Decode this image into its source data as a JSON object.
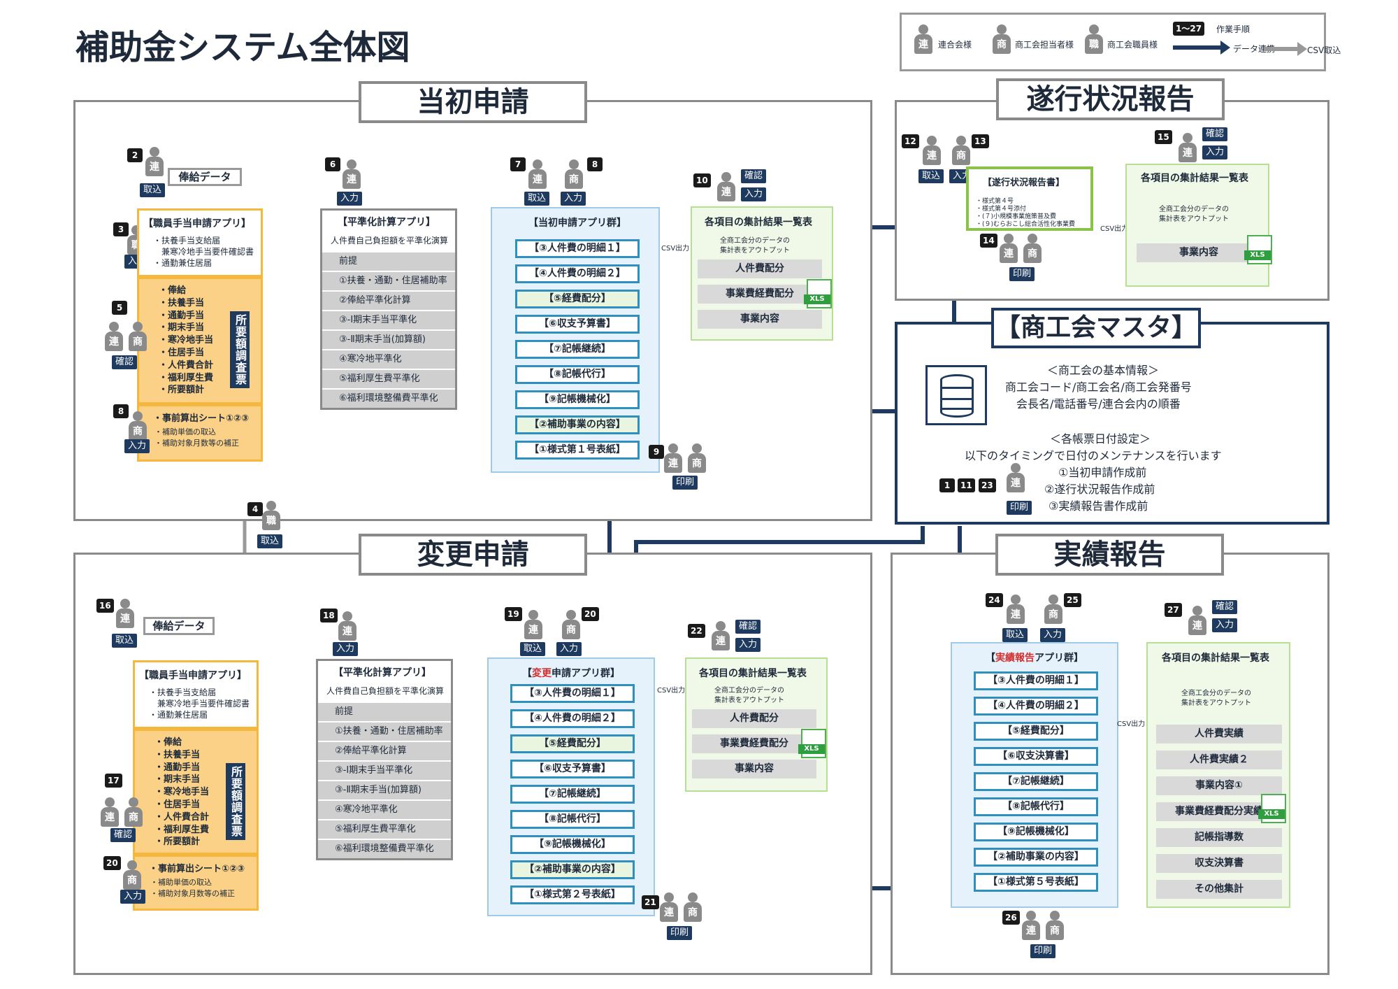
{
  "title": "補助金システム全体図",
  "legend": {
    "items": [
      {
        "badge": "連",
        "label": "連合会様"
      },
      {
        "badge": "商",
        "label": "商工会担当者様"
      },
      {
        "badge": "職",
        "label": "商工会職員様"
      }
    ],
    "step_badge": "1〜27",
    "step_label": "作業手順",
    "data_link_label": "データ連携",
    "csv_label": "CSV取込"
  },
  "badges": {
    "ren": "連",
    "sho": "商",
    "shoku": "職"
  },
  "actions": {
    "torikomi": "取込",
    "nyuryoku": "入力",
    "kakunin": "確認",
    "insatsu": "印刷"
  },
  "steps": {
    "s1": "1",
    "s2": "2",
    "s3": "3",
    "s4": "4",
    "s5": "5",
    "s6": "6",
    "s7": "7",
    "s8": "8",
    "s9": "9",
    "s10": "10",
    "s11": "11",
    "s12": "12",
    "s13": "13",
    "s14": "14",
    "s15": "15",
    "s16": "16",
    "s17": "17",
    "s18": "18",
    "s19": "19",
    "s20": "20",
    "s21": "21",
    "s22": "22",
    "s23": "23",
    "s24": "24",
    "s25": "25",
    "s26": "26",
    "s27": "27"
  },
  "sections": {
    "initial": "当初申請",
    "change": "変更申請",
    "progress": "遂行状況報告",
    "actual": "実績報告",
    "master": "【商工会マスタ】"
  },
  "salary_data": "俸給データ",
  "staff_app": {
    "title": "【職員手当申請アプリ】",
    "lines": [
      "・扶養手当支給届",
      "　兼寒冷地手当要件確認書",
      "・通勤兼住居届"
    ],
    "items": [
      "・俸給",
      "・扶養手当",
      "・通勤手当",
      "・期末手当",
      "・寒冷地手当",
      "・住居手当",
      "・人件費合計",
      "・福利厚生費",
      "・所要額計"
    ],
    "vertical": "所要額調査票",
    "pre_sheet": "・事前算出シート①②③",
    "pre_lines": [
      "・補助単価の取込",
      "・補助対象月数等の補正"
    ]
  },
  "leveling_app": {
    "title": "【平準化計算アプリ】",
    "desc": "人件費自己負担額を平準化演算",
    "rows": [
      "前提",
      "①扶養・通勤・住居補助率",
      "②俸給平準化計算",
      "③-Ⅰ期末手当平準化",
      "③-Ⅱ期末手当(加算額)",
      "④寒冷地平準化",
      "⑤福利厚生費平準化",
      "⑥福利環境整備費平準化"
    ]
  },
  "initial_apps": {
    "title": "【当初申請アプリ群】",
    "items": [
      "【③人件費の明細１】",
      "【④人件費の明細２】",
      "【⑤経費配分】",
      "【⑥収支予算書】",
      "【⑦記帳継続】",
      "【⑧記帳代行】",
      "【⑨記帳機械化】",
      "【②補助事業の内容】",
      "【①様式第１号表紙】"
    ]
  },
  "change_apps": {
    "title_pre": "【",
    "title_red": "変更",
    "title_post": "申請アプリ群】",
    "items": [
      "【③人件費の明細１】",
      "【④人件費の明細２】",
      "【⑤経費配分】",
      "【⑥収支予算書】",
      "【⑦記帳継続】",
      "【⑧記帳代行】",
      "【⑨記帳機械化】",
      "【②補助事業の内容】",
      "【①様式第２号表紙】"
    ]
  },
  "actual_apps": {
    "title_pre": "【",
    "title_red": "実績報告",
    "title_post": "アプリ群】",
    "items": [
      "【③人件費の明細１】",
      "【④人件費の明細２】",
      "【⑤経費配分】",
      "【⑥収支決算書】",
      "【⑦記帳継続】",
      "【⑧記帳代行】",
      "【⑨記帳機械化】",
      "【②補助事業の内容】",
      "【①様式第５号表紙】"
    ]
  },
  "progress_report": {
    "title": "【遂行状況報告書】",
    "lines": [
      "・様式第４号",
      "・様式第４号添付",
      "・(７)小規模事業施策普及費",
      "・(９)むらおこし総合活性化事業費"
    ]
  },
  "csv_out": "CSV出力",
  "summary": {
    "title": "各項目の集計結果一覧表",
    "desc1": "全商工会分のデータの",
    "desc2": "集計表をアウトプット",
    "initial_rows": [
      "人件費配分",
      "事業費経費配分",
      "事業内容"
    ],
    "progress_rows": [
      "事業内容"
    ],
    "actual_rows": [
      "人件費実績",
      "人件費実績２",
      "事業内容①",
      "事業費経費配分実績",
      "記帳指導数",
      "収支決算書",
      "その他集計"
    ],
    "xls": "XLS"
  },
  "master": {
    "basic_title": "＜商工会の基本情報＞",
    "basic_1": "商工会コード/商工会名/商工会発番号",
    "basic_2": "会長名/電話番号/連合会内の順番",
    "date_title": "＜各帳票日付設定＞",
    "date_desc": "以下のタイミングで日付のメンテナンスを行います",
    "date_items": [
      "①当初申請作成前",
      "②遂行状況報告作成前",
      "③実績報告書作成前"
    ]
  },
  "colors": {
    "navy": "#1e3a5f",
    "yellow": "#fbd187",
    "blue_border": "#2f8fbf",
    "green_border": "#8bc34a"
  }
}
